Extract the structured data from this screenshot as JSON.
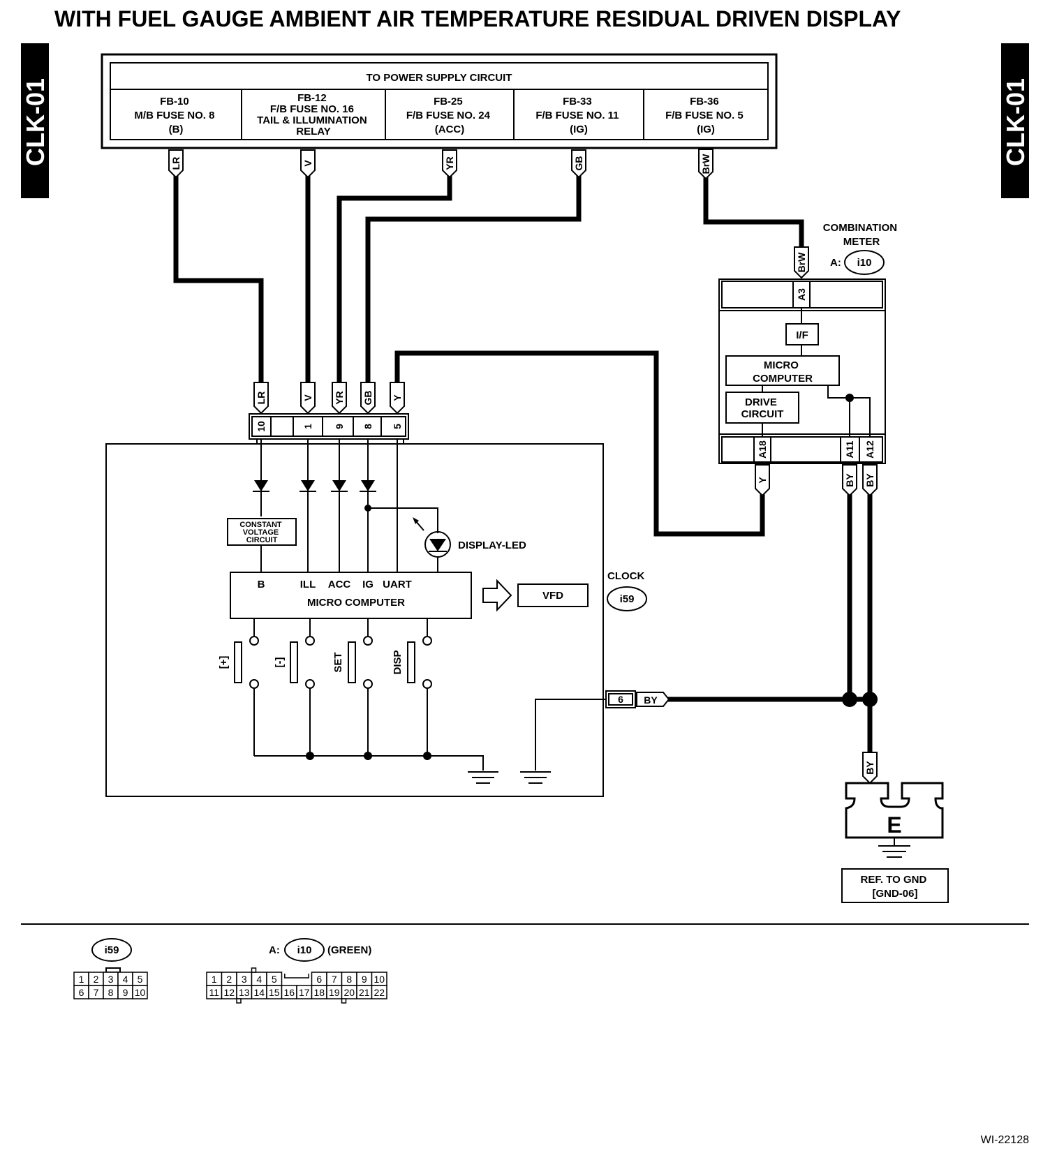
{
  "title": "WITH FUEL GAUGE AMBIENT AIR TEMPERATURE RESIDUAL DRIVEN DISPLAY",
  "side_tag": "CLK-01",
  "power_supply": {
    "header": "TO POWER SUPPLY CIRCUIT",
    "fuses": [
      {
        "lines": [
          "FB-10",
          "M/B FUSE NO. 8",
          "(B)"
        ],
        "wire": "LR"
      },
      {
        "lines": [
          "FB-12",
          "F/B FUSE NO. 16",
          "TAIL & ILLUMINATION",
          "RELAY"
        ],
        "wire": "V"
      },
      {
        "lines": [
          "FB-25",
          "F/B FUSE NO. 24",
          "(ACC)"
        ],
        "wire": "YR"
      },
      {
        "lines": [
          "FB-33",
          "F/B FUSE NO. 11",
          "(IG)"
        ],
        "wire": "GB"
      },
      {
        "lines": [
          "FB-36",
          "F/B FUSE NO. 5",
          "(IG)"
        ],
        "wire": "BrW"
      }
    ]
  },
  "clock": {
    "label": "CLOCK",
    "connector": "i59",
    "pins": [
      {
        "wire": "LR",
        "pin": "10"
      },
      {
        "wire": "V",
        "pin": "1"
      },
      {
        "wire": "YR",
        "pin": "9"
      },
      {
        "wire": "GB",
        "pin": "8"
      },
      {
        "wire": "Y",
        "pin": "5"
      }
    ],
    "constant_voltage": [
      "CONSTANT",
      "VOLTAGE",
      "CIRCUIT"
    ],
    "display_led": "DISPLAY-LED",
    "micro_inputs": [
      "B",
      "ILL",
      "ACC",
      "IG",
      "UART"
    ],
    "micro_label": "MICRO COMPUTER",
    "vfd": "VFD",
    "switches": [
      "[+]",
      "[-]",
      "SET",
      "DISP"
    ],
    "ground_pin": "6",
    "ground_wire": "BY"
  },
  "combination_meter": {
    "label": [
      "COMBINATION",
      "METER"
    ],
    "prefix": "A:",
    "connector": "i10",
    "top_wire": "BrW",
    "top_pin": "A3",
    "if_label": "I/F",
    "micro_label": [
      "MICRO",
      "COMPUTER"
    ],
    "drive_label": [
      "DRIVE",
      "CIRCUIT"
    ],
    "bottom_pins": [
      {
        "pin": "A18",
        "wire": "Y"
      },
      {
        "pin": "A11",
        "wire": "BY"
      },
      {
        "pin": "A12",
        "wire": "BY"
      }
    ]
  },
  "ground": {
    "wire": "BY",
    "symbol": "E",
    "ref": [
      "REF. TO GND",
      "[GND-06]"
    ]
  },
  "connector_views": [
    {
      "prefix": "",
      "name": "i59",
      "suffix": "",
      "rows": [
        [
          "1",
          "2",
          "3",
          "4",
          "5"
        ],
        [
          "6",
          "7",
          "8",
          "9",
          "10"
        ]
      ]
    },
    {
      "prefix": "A:",
      "name": "i10",
      "suffix": "(GREEN)",
      "rows": [
        [
          "1",
          "2",
          "3",
          "4",
          "5",
          "6",
          "7",
          "8",
          "9",
          "10"
        ],
        [
          "11",
          "12",
          "13",
          "14",
          "15",
          "16",
          "17",
          "18",
          "19",
          "20",
          "21",
          "22"
        ]
      ]
    }
  ],
  "figure_code": "WI-22128"
}
